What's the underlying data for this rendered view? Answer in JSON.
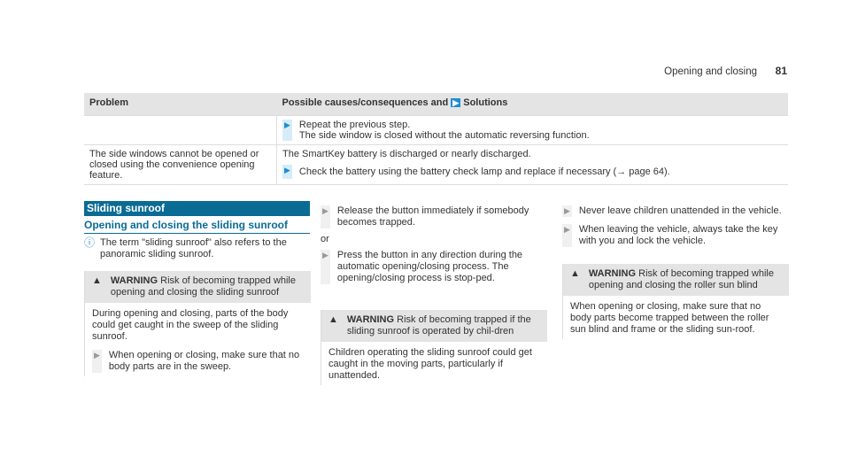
{
  "header": {
    "title": "Opening and closing",
    "page_number": "81"
  },
  "table": {
    "headers": [
      "Problem",
      "Possible causes/consequences and",
      "Solutions"
    ],
    "rows": [
      {
        "problem": "",
        "steps": [
          "Repeat the previous step."
        ],
        "text_after": "The side window is closed without the automatic reversing function."
      },
      {
        "problem": "The side windows cannot be opened or closed using the convenience opening feature.",
        "text_before": "The SmartKey battery is discharged or nearly discharged.",
        "steps": [
          "Check the battery using the battery check lamp and replace if necessary (→ page 64)."
        ]
      }
    ]
  },
  "section": {
    "title": "Sliding sunroof",
    "subtitle": "Opening and closing the sliding sunroof",
    "note": "The term \"sliding sunroof\" also refers to the panoramic sliding sunroof."
  },
  "warning1": {
    "label": "WARNING",
    "title": "Risk of becoming trapped while opening and closing the sliding sunroof",
    "body": "During opening and closing, parts of the body could get caught in the sweep of the sliding sunroof.",
    "step": "When opening or closing, make sure that no body parts are in the sweep."
  },
  "col2": {
    "step1": "Release the button immediately if somebody becomes trapped.",
    "or": "or",
    "step2": "Press the button in any direction during the automatic opening/closing process. The opening/closing process is stop-ped."
  },
  "warning2": {
    "label": "WARNING",
    "title": "Risk of becoming trapped if the sliding sunroof is operated by chil-dren",
    "body": "Children operating the sliding sunroof could get caught in the moving parts, particularly if unattended."
  },
  "col3": {
    "step1": "Never leave children unattended in the vehicle.",
    "step2": "When leaving the vehicle, always take the key with you and lock the vehicle."
  },
  "warning3": {
    "label": "WARNING",
    "title": "Risk of becoming trapped while opening and closing the roller sun blind",
    "body": "When opening or closing, make sure that no body parts become trapped between the roller sun blind and frame or the sliding sun-roof."
  }
}
